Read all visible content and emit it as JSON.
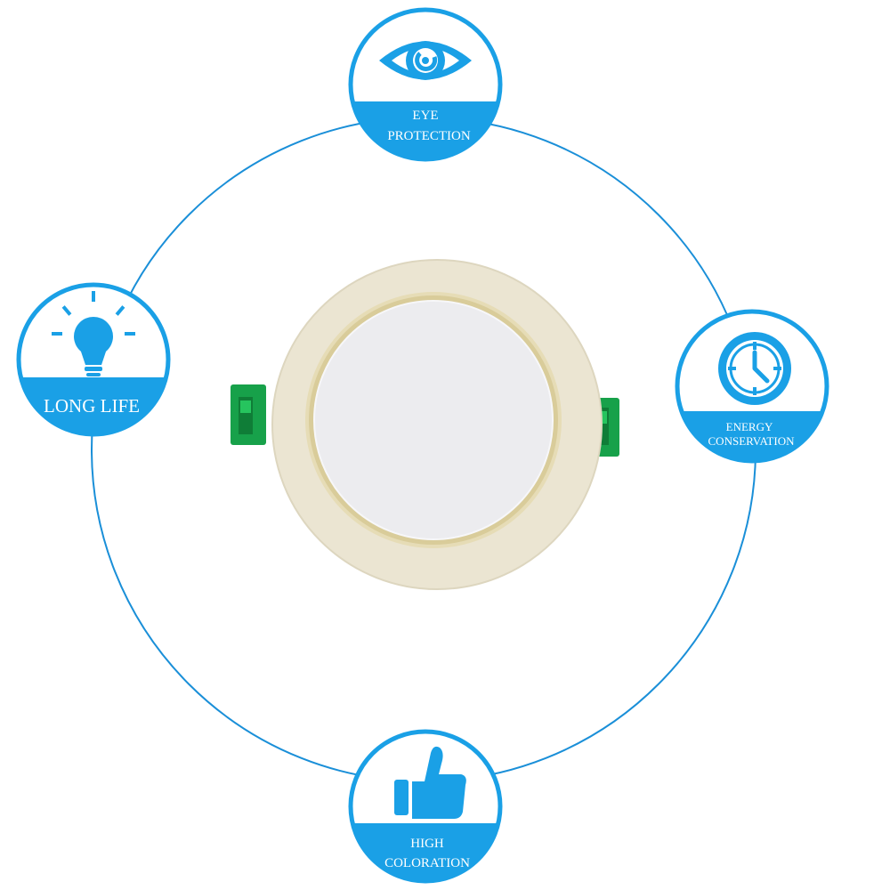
{
  "theme": {
    "accent": "#1aa0e6",
    "ring": "#1a8fd8",
    "badge_white": "#ffffff",
    "fixture_rim": "#ece7d5",
    "fixture_lens": "#ededf0",
    "clip_green": "#17a14a"
  },
  "product": {
    "icon": "downlight-fixture"
  },
  "features": [
    {
      "id": "eye",
      "icon": "eye-icon",
      "lines": [
        "EYE",
        "PROTECTION"
      ]
    },
    {
      "id": "energy",
      "icon": "clock-icon",
      "lines": [
        "ENERGY",
        "CONSERVATION"
      ]
    },
    {
      "id": "coloration",
      "icon": "thumbs-up-icon",
      "lines": [
        "HIGH",
        "COLORATION"
      ]
    },
    {
      "id": "life",
      "icon": "lightbulb-icon",
      "lines": [
        "LONG LIFE"
      ]
    }
  ]
}
